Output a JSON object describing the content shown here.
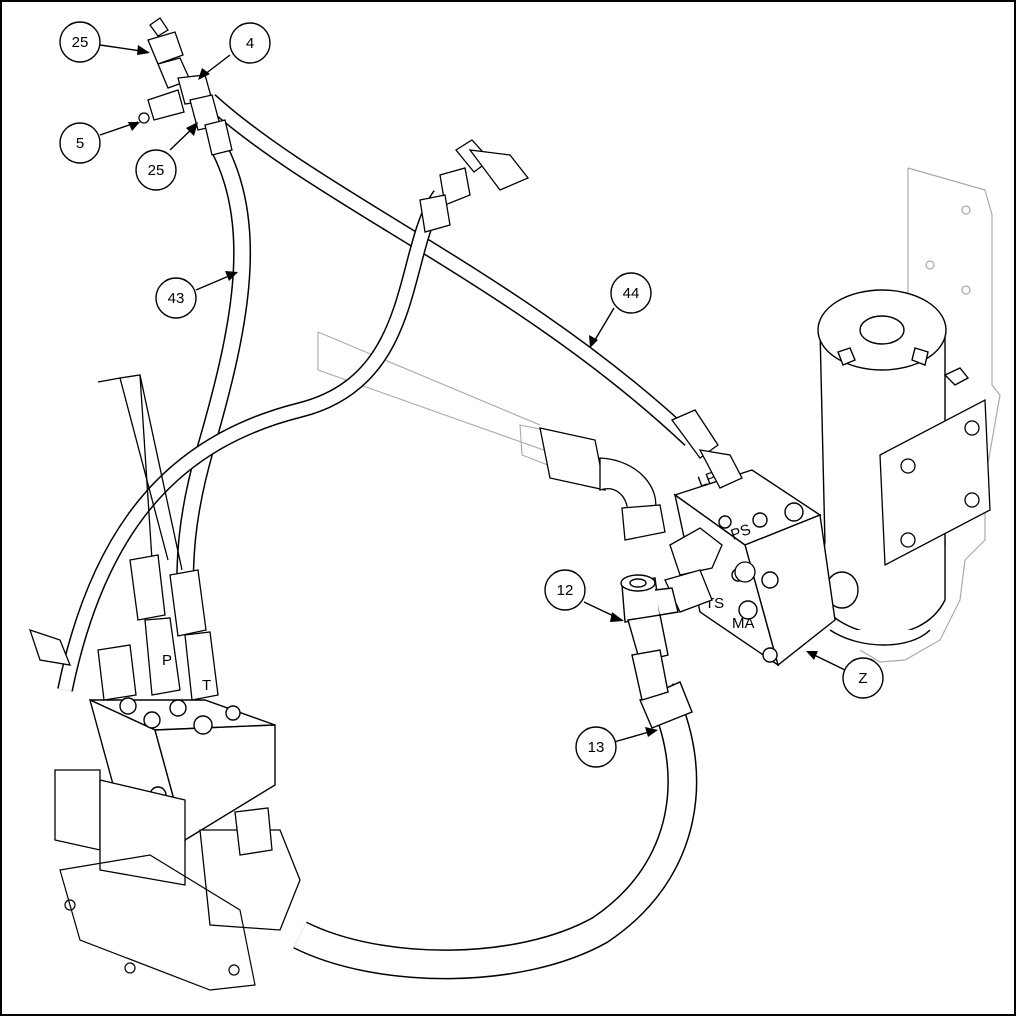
{
  "callouts": [
    {
      "id": "c25a",
      "label": "25"
    },
    {
      "id": "c4",
      "label": "4"
    },
    {
      "id": "c5",
      "label": "5"
    },
    {
      "id": "c25b",
      "label": "25"
    },
    {
      "id": "c43",
      "label": "43"
    },
    {
      "id": "c44",
      "label": "44"
    },
    {
      "id": "c12",
      "label": "12"
    },
    {
      "id": "c13",
      "label": "13"
    },
    {
      "id": "cZ",
      "label": "Z"
    }
  ],
  "port_marks": {
    "lp": "LP",
    "p": "P",
    "t": "T",
    "ts": "TS",
    "ps": "PS",
    "ma": "MA"
  },
  "colors": {
    "line": "#000000",
    "hidden_line": "#999999",
    "background": "#ffffff"
  }
}
